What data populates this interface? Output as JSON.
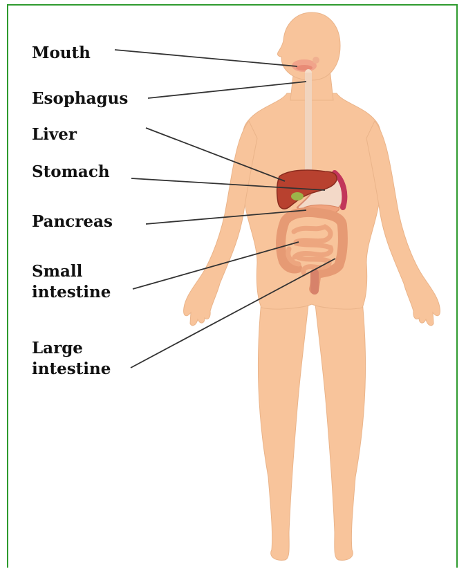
{
  "labels": {
    "mouth": "Mouth",
    "esophagus": "Esophagus",
    "liver": "Liver",
    "stomach": "Stomach",
    "pancreas": "Pancreas",
    "small_intestine": "Small\nintestine",
    "large_intestine": "Large\nintestine"
  },
  "colors": {
    "frame": "#2e9a2e",
    "skin": "#f8c49b",
    "liver": "#b8412f",
    "stomach": "#f3d9c8",
    "pancreas": "#f0a37e",
    "intestine": "#eda67f",
    "leader_line": "#333333"
  }
}
